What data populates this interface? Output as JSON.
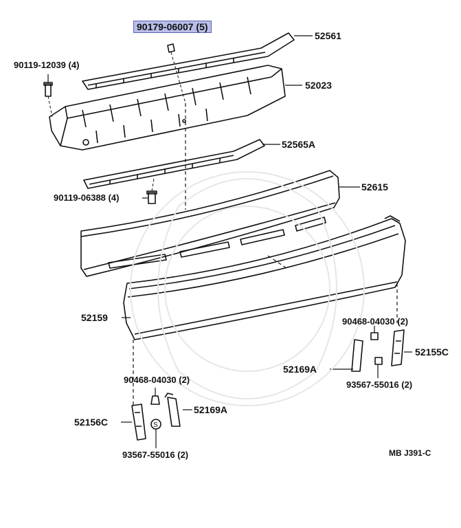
{
  "parts": {
    "p90179": "90179-06007 (5)",
    "p52561": "52561",
    "p90119_12039": "90119-12039 (4)",
    "p52023": "52023",
    "p52565A": "52565A",
    "p52615": "52615",
    "p90119_06388": "90119-06388 (4)",
    "p52159": "52159",
    "p90468_r": "90468-04030 (2)",
    "p52155C": "52155C",
    "p52169A_r": "52169A",
    "p93567_r": "93567-55016 (2)",
    "p90468_l": "90468-04030 (2)",
    "p52169A_l": "52169A",
    "p52156C": "52156C",
    "p93567_l": "93567-55016 (2)"
  },
  "diagram_code": "MB J391-C",
  "colors": {
    "highlight": "#b9bde8",
    "line": "#111111"
  }
}
